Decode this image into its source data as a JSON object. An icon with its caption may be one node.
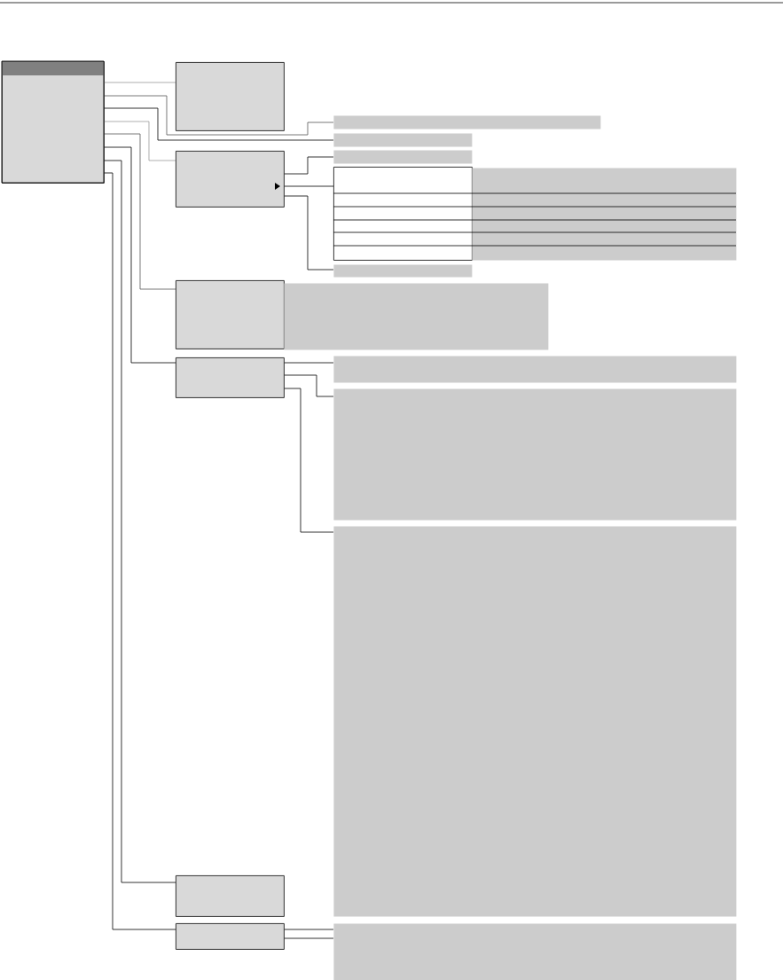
{
  "diagram": {
    "nodes": [
      {
        "text": [],
        "shape": "box"
      },
      {
        "text": [],
        "shape": "box"
      },
      {
        "text": [],
        "shape": "box"
      },
      {
        "text": [],
        "shape": "box"
      },
      {
        "text": [],
        "shape": "box"
      },
      {
        "text": [],
        "shape": "box"
      },
      {
        "text": [],
        "shape": "box"
      },
      {
        "text": [],
        "shape": "bar"
      },
      {
        "text": [],
        "shape": "bar"
      },
      {
        "text": [],
        "shape": "bar"
      },
      {
        "text": [],
        "shape": "box"
      },
      {
        "text": [],
        "shape": "bar"
      },
      {
        "text": [],
        "shape": "bar"
      },
      {
        "text": [],
        "shape": "bar"
      },
      {
        "text": [],
        "shape": "bar"
      },
      {
        "text": [],
        "shape": "bar"
      },
      {
        "text": [],
        "shape": "bar"
      },
      {
        "text": [],
        "shape": "bar"
      }
    ],
    "edges": [
      {
        "from": 0,
        "to": 1,
        "arrow": "none",
        "color": "#999999"
      },
      {
        "from": 0,
        "to": 7,
        "arrow": "none",
        "color": "#555555"
      },
      {
        "from": 0,
        "to": 8,
        "arrow": "none"
      },
      {
        "from": 0,
        "to": 2,
        "arrow": "none",
        "color": "#999999"
      },
      {
        "from": 0,
        "to": 3,
        "arrow": "none",
        "color": "#555555"
      },
      {
        "from": 0,
        "to": 4,
        "arrow": "none"
      },
      {
        "from": 0,
        "to": 5,
        "arrow": "none"
      },
      {
        "from": 0,
        "to": 6,
        "arrow": "none"
      },
      {
        "from": 2,
        "to": 9,
        "arrow": "none"
      },
      {
        "from": 2,
        "to": 10,
        "arrow": "none"
      },
      {
        "from": 2,
        "to": 12,
        "arrow": "none"
      },
      {
        "from": 4,
        "to": 14,
        "arrow": "none"
      },
      {
        "from": 4,
        "to": 15,
        "arrow": "none"
      },
      {
        "from": 4,
        "to": 16,
        "arrow": "none"
      },
      {
        "from": 6,
        "to": 17,
        "arrow": "none"
      },
      {
        "from": 6,
        "to": 17,
        "arrow": "none"
      }
    ]
  }
}
